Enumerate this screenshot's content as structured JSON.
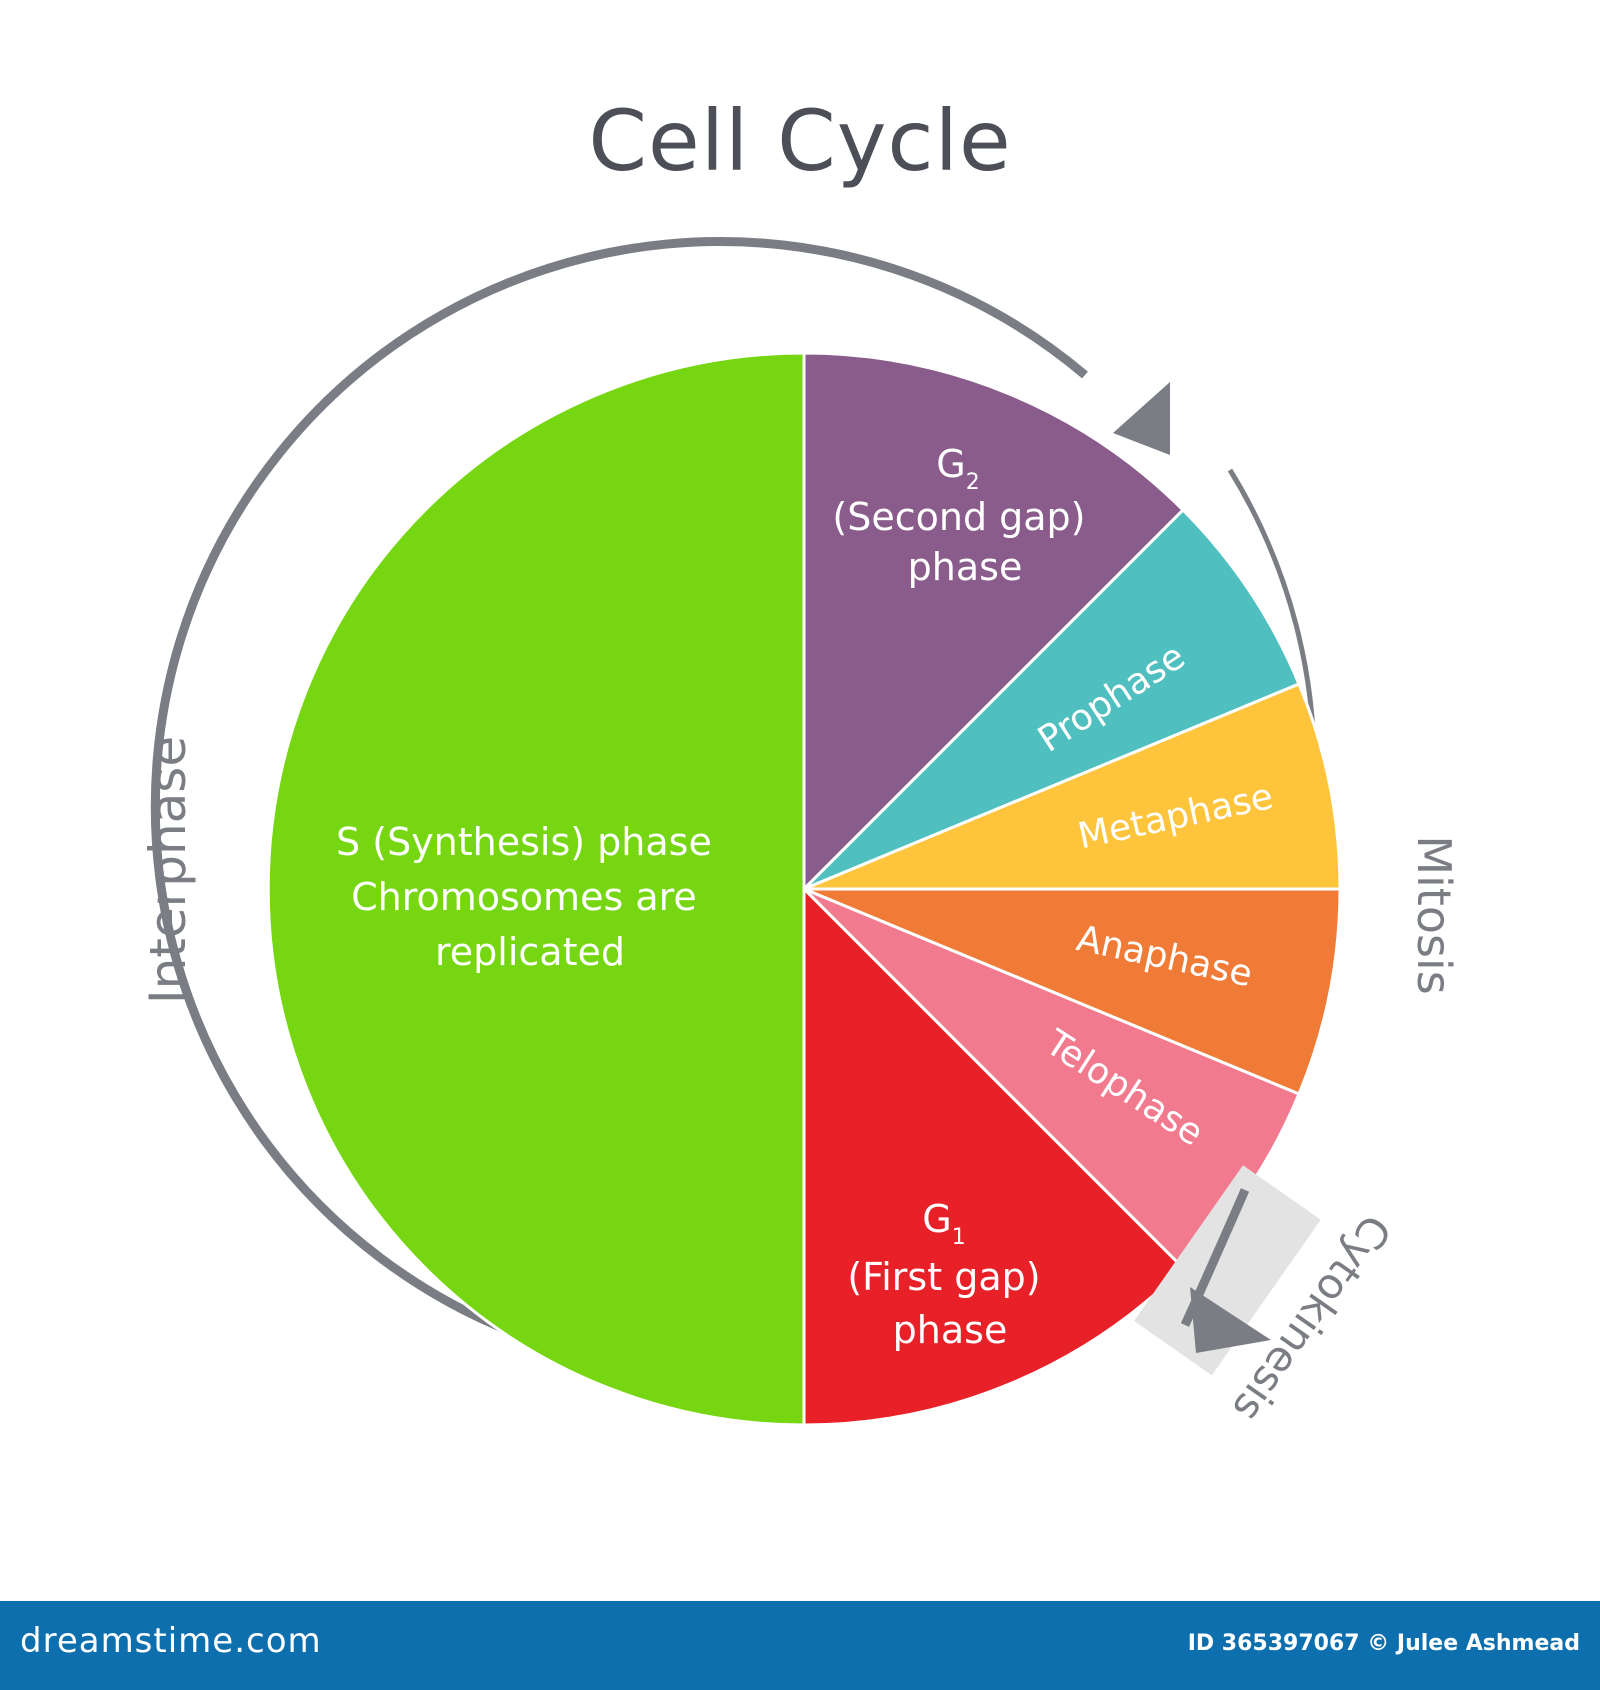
{
  "title": "Cell Cycle",
  "colors": {
    "s_phase": "#76d612",
    "g2": "#8a5c8c",
    "prophase": "#4fbfbf",
    "metaphase": "#fdc43c",
    "anaphase": "#f07b36",
    "telophase": "#f27a8f",
    "g1": "#e82128",
    "ring": "#7b7d84",
    "title": "#4d4f58",
    "footer": "#0d6fae"
  },
  "segments": {
    "s_phase": {
      "lines": [
        "S (Synthesis) phase",
        "Chromosomes are",
        "replicated"
      ]
    },
    "g2": {
      "g_letter": "G",
      "g_subscript": "2",
      "lines": [
        "(Second gap)",
        "phase"
      ]
    },
    "prophase": {
      "label": "Prophase"
    },
    "metaphase": {
      "label": "Metaphase"
    },
    "anaphase": {
      "label": "Anaphase"
    },
    "telophase": {
      "label": "Telophase"
    },
    "g1": {
      "g_letter": "G",
      "g_subscript": "1",
      "lines": [
        "(First gap)",
        "phase"
      ]
    }
  },
  "ring_labels": {
    "interphase": "Interphase",
    "mitosis": "Mitosis",
    "cytokinesis": "Cytokinesis"
  },
  "footer": {
    "site": "dreamstime.com",
    "credit": "ID 365397067 © Julee Ashmead"
  }
}
